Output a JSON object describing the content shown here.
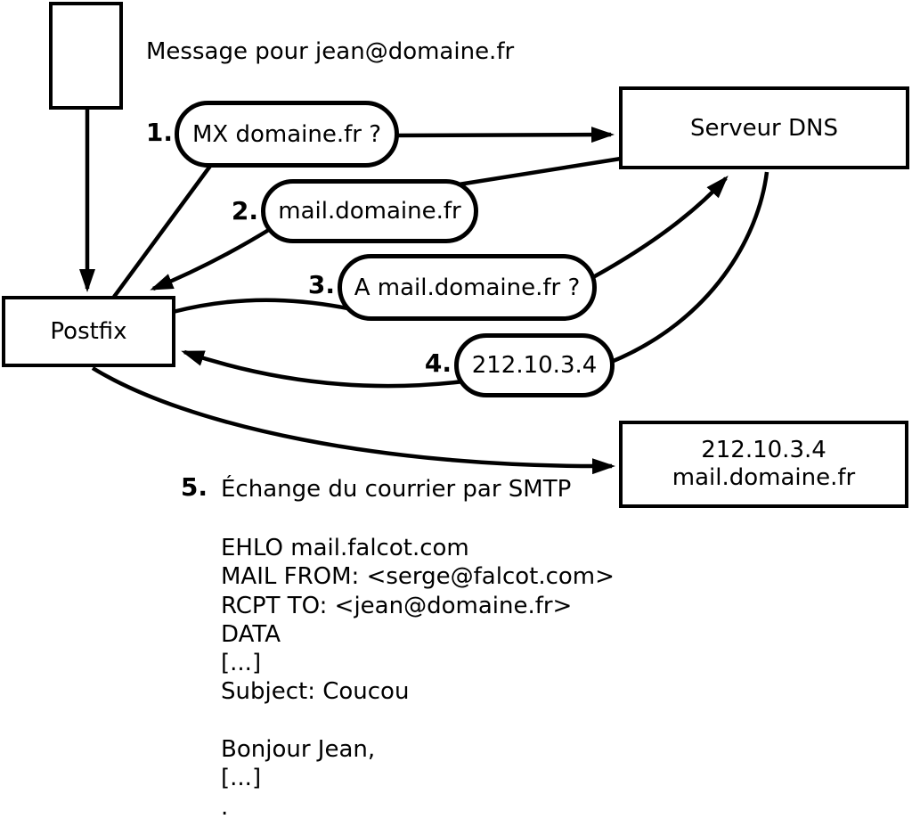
{
  "message_label": "Message pour jean@domaine.fr",
  "nodes": {
    "postfix": "Postfix",
    "dns": "Serveur DNS",
    "destination": {
      "ip": "212.10.3.4",
      "host": "mail.domaine.fr"
    }
  },
  "steps": [
    {
      "num": "1.",
      "label": "MX domaine.fr ?"
    },
    {
      "num": "2.",
      "label": "mail.domaine.fr"
    },
    {
      "num": "3.",
      "label": "A mail.domaine.fr ?"
    },
    {
      "num": "4.",
      "label": "212.10.3.4"
    },
    {
      "num": "5.",
      "label": "Échange du courrier par SMTP"
    }
  ],
  "smtp_session": {
    "lines": [
      "EHLO mail.falcot.com",
      "MAIL FROM: <serge@falcot.com>",
      "RCPT TO: <jean@domaine.fr>",
      "DATA",
      "[...]",
      "Subject: Coucou",
      "",
      "Bonjour Jean,",
      "[...]",
      "."
    ]
  },
  "colors": {
    "ink": "#000000",
    "background": "#ffffff"
  }
}
